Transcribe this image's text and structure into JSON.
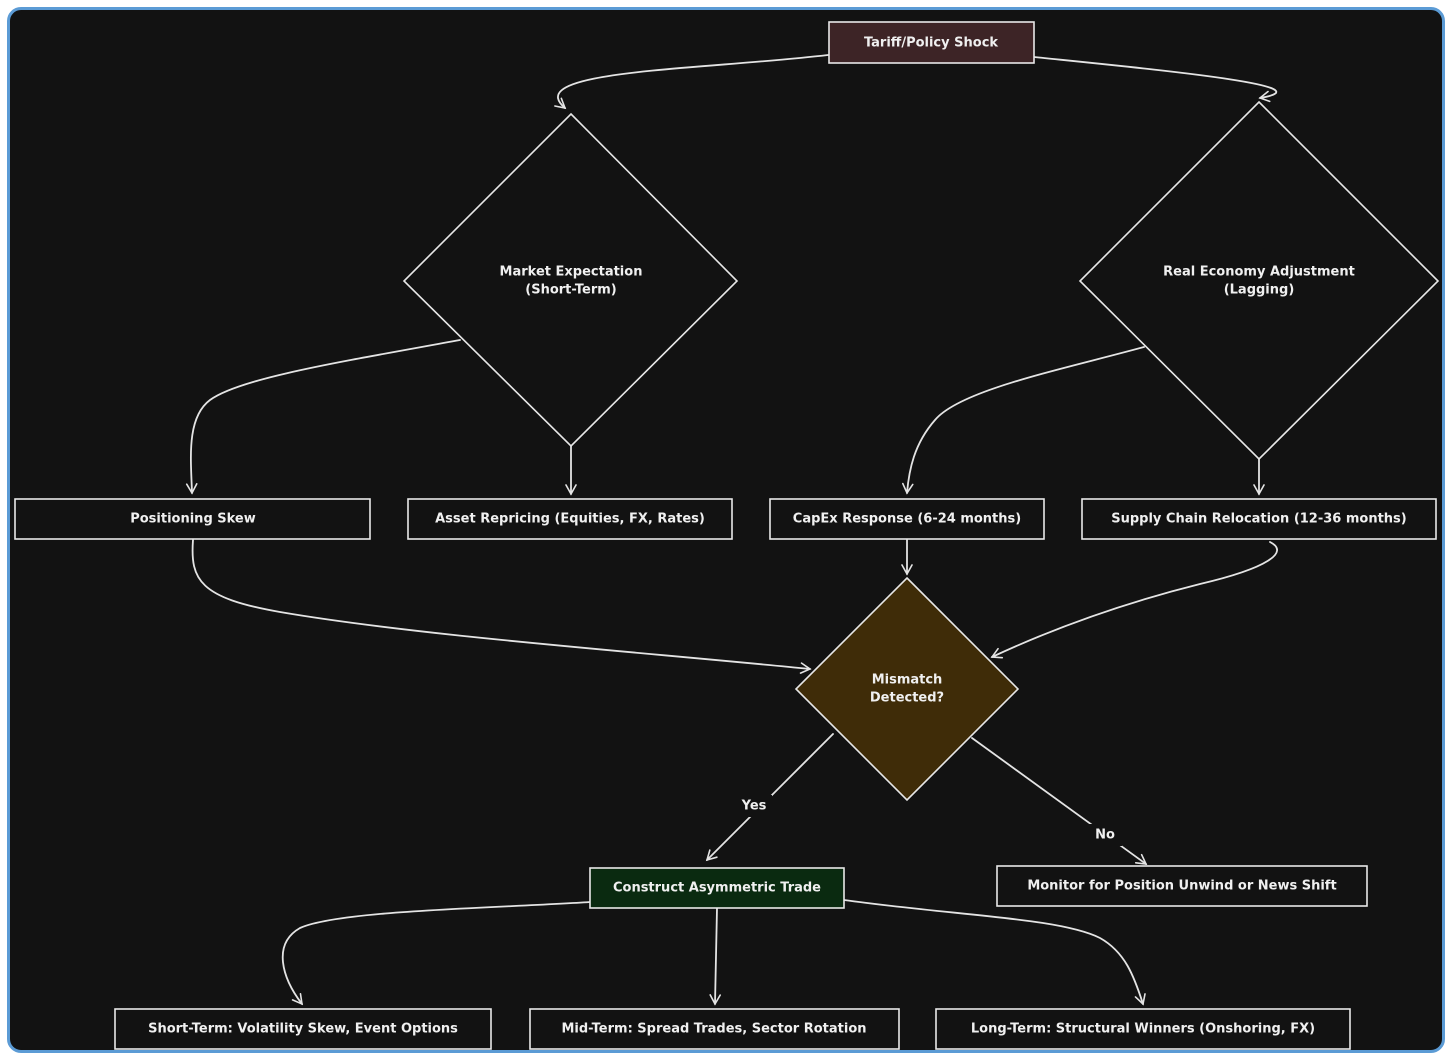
{
  "diagram": {
    "colors": {
      "background": "#121212",
      "border": "#5b9bd5",
      "shock_fill": "#3d2426",
      "mismatch_fill": "#3f2c08",
      "trade_fill": "#0a2a10",
      "stroke": "#e8e8e8"
    },
    "nodes": {
      "shock": {
        "label": "Tariff/Policy Shock"
      },
      "market": {
        "line1": "Market Expectation",
        "line2": "(Short-Term)"
      },
      "real": {
        "line1": "Real Economy Adjustment",
        "line2": "(Lagging)"
      },
      "skew": {
        "label": "Positioning Skew"
      },
      "reprice": {
        "label": "Asset Repricing (Equities, FX, Rates)"
      },
      "capex": {
        "label": "CapEx Response (6-24 months)"
      },
      "supply": {
        "label": "Supply Chain Relocation (12-36 months)"
      },
      "mismatch": {
        "line1": "Mismatch",
        "line2": "Detected?"
      },
      "trade": {
        "label": "Construct Asymmetric Trade"
      },
      "monitor": {
        "label": "Monitor for Position Unwind or News Shift"
      },
      "short": {
        "label": "Short-Term: Volatility Skew, Event Options"
      },
      "mid": {
        "label": "Mid-Term: Spread Trades, Sector Rotation"
      },
      "long": {
        "label": "Long-Term: Structural Winners (Onshoring, FX)"
      }
    },
    "edges": {
      "yes_label": "Yes",
      "no_label": "No"
    }
  }
}
